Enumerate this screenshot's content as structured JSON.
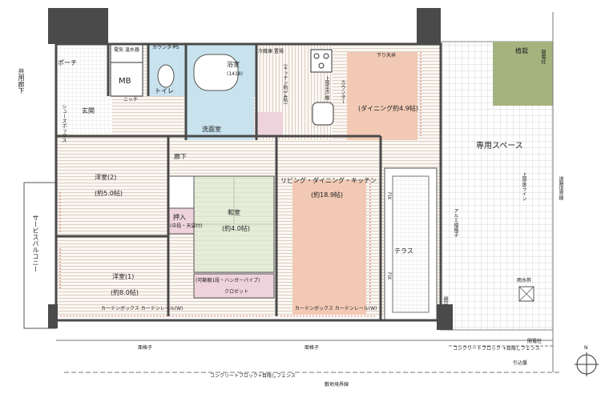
{
  "rooms": {
    "porch": "ポーチ",
    "mb": "MB",
    "water_heater": "電気\n温水器",
    "toilet": "トイレ",
    "entrance": "玄関",
    "niche": "ニッチ",
    "shoes_box": "シューズボックス",
    "counter_ps": "カウンター",
    "ps": "PS",
    "bathroom": "浴室",
    "bathroom_size": "(1418)",
    "washroom": "洗面室",
    "fridge_space": "冷蔵庫\n置場",
    "kitchen": "(キッチン約3.4帖)",
    "fridge_detail": "上部吊戸棚",
    "counter": "カウンター",
    "dining": "(ダイニング約4.9帖)",
    "drop_ceiling": "下り天井",
    "hallway": "廊下",
    "western2": "洋室(2)",
    "western2_size": "(約5.0帖)",
    "closet_small": "押入",
    "closet_detail": "(中段・天袋付)",
    "japanese": "和室",
    "japanese_size": "(約4.0帖)",
    "ldk": "リビング・ダイニング・キッチン",
    "ldk_size": "(約18.9帖)",
    "western1": "洋室(1)",
    "western1_size": "(約8.0帖)",
    "closet_long": "(可動棚1段・ハンガーパイプ)",
    "closet_label": "クロゼット",
    "terrace": "テラス",
    "private_space": "専用スペース",
    "planting": "植栽",
    "service_balcony": "サービスバルコニー",
    "common_corridor": "共用廊下",
    "curtain_box_w": "カーテンボックス\nカーテンレール(W)",
    "curtain_box_w2": "カーテンボックス\nカーテンレール(W)",
    "lattice": "面格子",
    "lattice2": "面格子",
    "road_line": "道路境界線",
    "site_line": "敷地境界線",
    "concrete_block": "コンクリートブロック+目隠しフェンス",
    "concrete_block2": "コンクリートブロック\n+目隠しフェンス",
    "hikikomi": "引込盤",
    "utility_pole": "開電柱",
    "utility_pole2": "開電柱",
    "rain_tank": "雨水桝",
    "fix1": "FIX",
    "fix2": "FIX",
    "upper_floor_line": "上部床ライン",
    "alum_lattice": "アルミ縦格子",
    "north": "N",
    "amado": "網戸"
  },
  "colors": {
    "floor_wood": "#c7b7a6",
    "dining_highlight": "#f2c9b4",
    "room_green": "#e4ebd8",
    "bath_blue": "#c8e2ee",
    "closet_pink": "#efd3dc",
    "planting_green": "#a5b47f",
    "wall": "#4a4a4a"
  }
}
